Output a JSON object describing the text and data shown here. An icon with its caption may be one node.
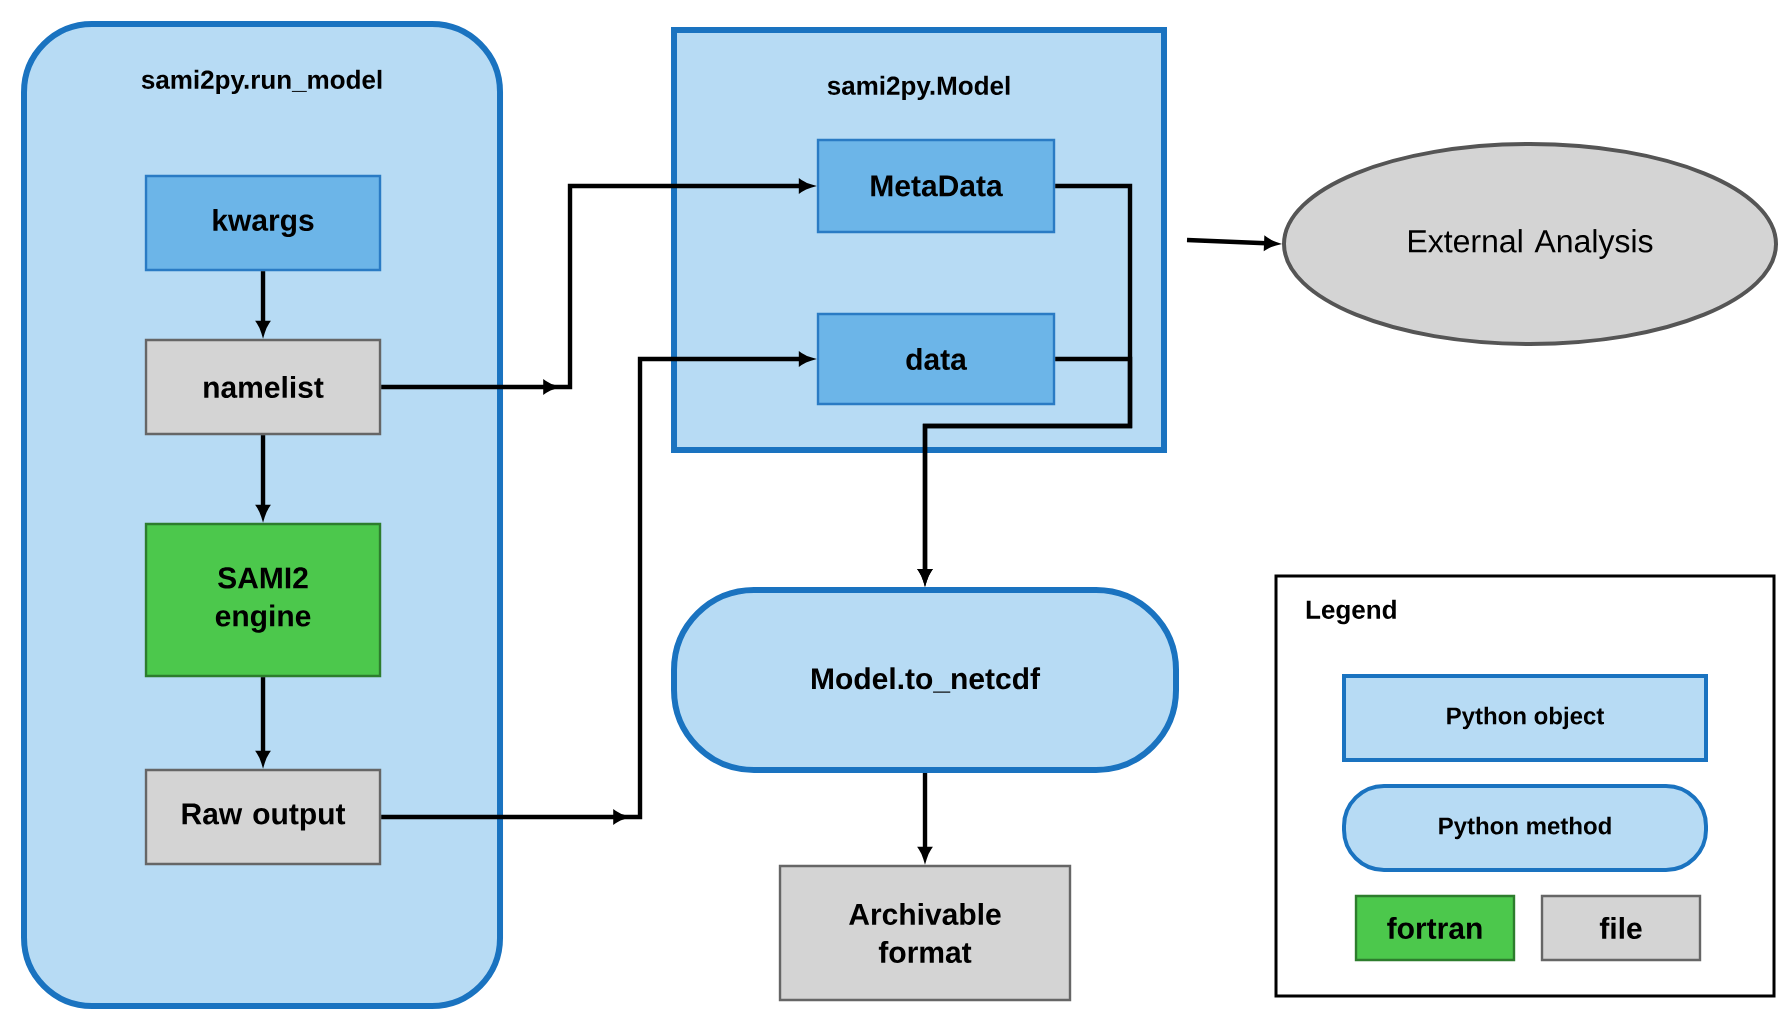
{
  "diagram": {
    "nodes": [
      {
        "text": [
          "sami2py.run_model"
        ]
      },
      {
        "text": [
          "kwargs"
        ],
        "in": 0
      },
      {
        "text": [
          "namelist"
        ],
        "in": 0
      },
      {
        "text": [
          "SAMI2 engine"
        ],
        "in": 0
      },
      {
        "text": [
          "Raw output"
        ],
        "in": 0
      },
      {
        "text": [
          "sami2py.Model"
        ]
      },
      {
        "text": [
          "MetaData"
        ],
        "in": 5
      },
      {
        "text": [
          "data"
        ],
        "in": 5
      },
      {
        "text": [
          "External Analysis"
        ]
      },
      {
        "text": [
          "Model.to_netcdf"
        ]
      },
      {
        "text": [
          "Archivable format"
        ]
      }
    ],
    "edges": [
      {
        "from": 1,
        "to": 2,
        "arrow": "to"
      },
      {
        "from": 2,
        "to": 3,
        "arrow": "to"
      },
      {
        "from": 3,
        "to": 4,
        "arrow": "to"
      },
      {
        "from": 2,
        "to": 6,
        "arrow": "to"
      },
      {
        "from": 4,
        "to": 7,
        "arrow": "to"
      },
      {
        "from": 6,
        "to": 9,
        "arrow": "to"
      },
      {
        "from": 7,
        "to": 9,
        "arrow": "to"
      },
      {
        "from": 5,
        "to": 8,
        "arrow": "to"
      },
      {
        "from": 9,
        "to": 10,
        "arrow": "to"
      }
    ],
    "labels": [
      "Legend"
    ],
    "legend": [
      {
        "text": "Python object",
        "color": "#b7dbf4"
      },
      {
        "text": "Python method",
        "color": "#b7dbf4"
      },
      {
        "text": "fortran",
        "color": "#4cc84c"
      },
      {
        "text": "file",
        "color": "#d4d4d4"
      }
    ]
  }
}
